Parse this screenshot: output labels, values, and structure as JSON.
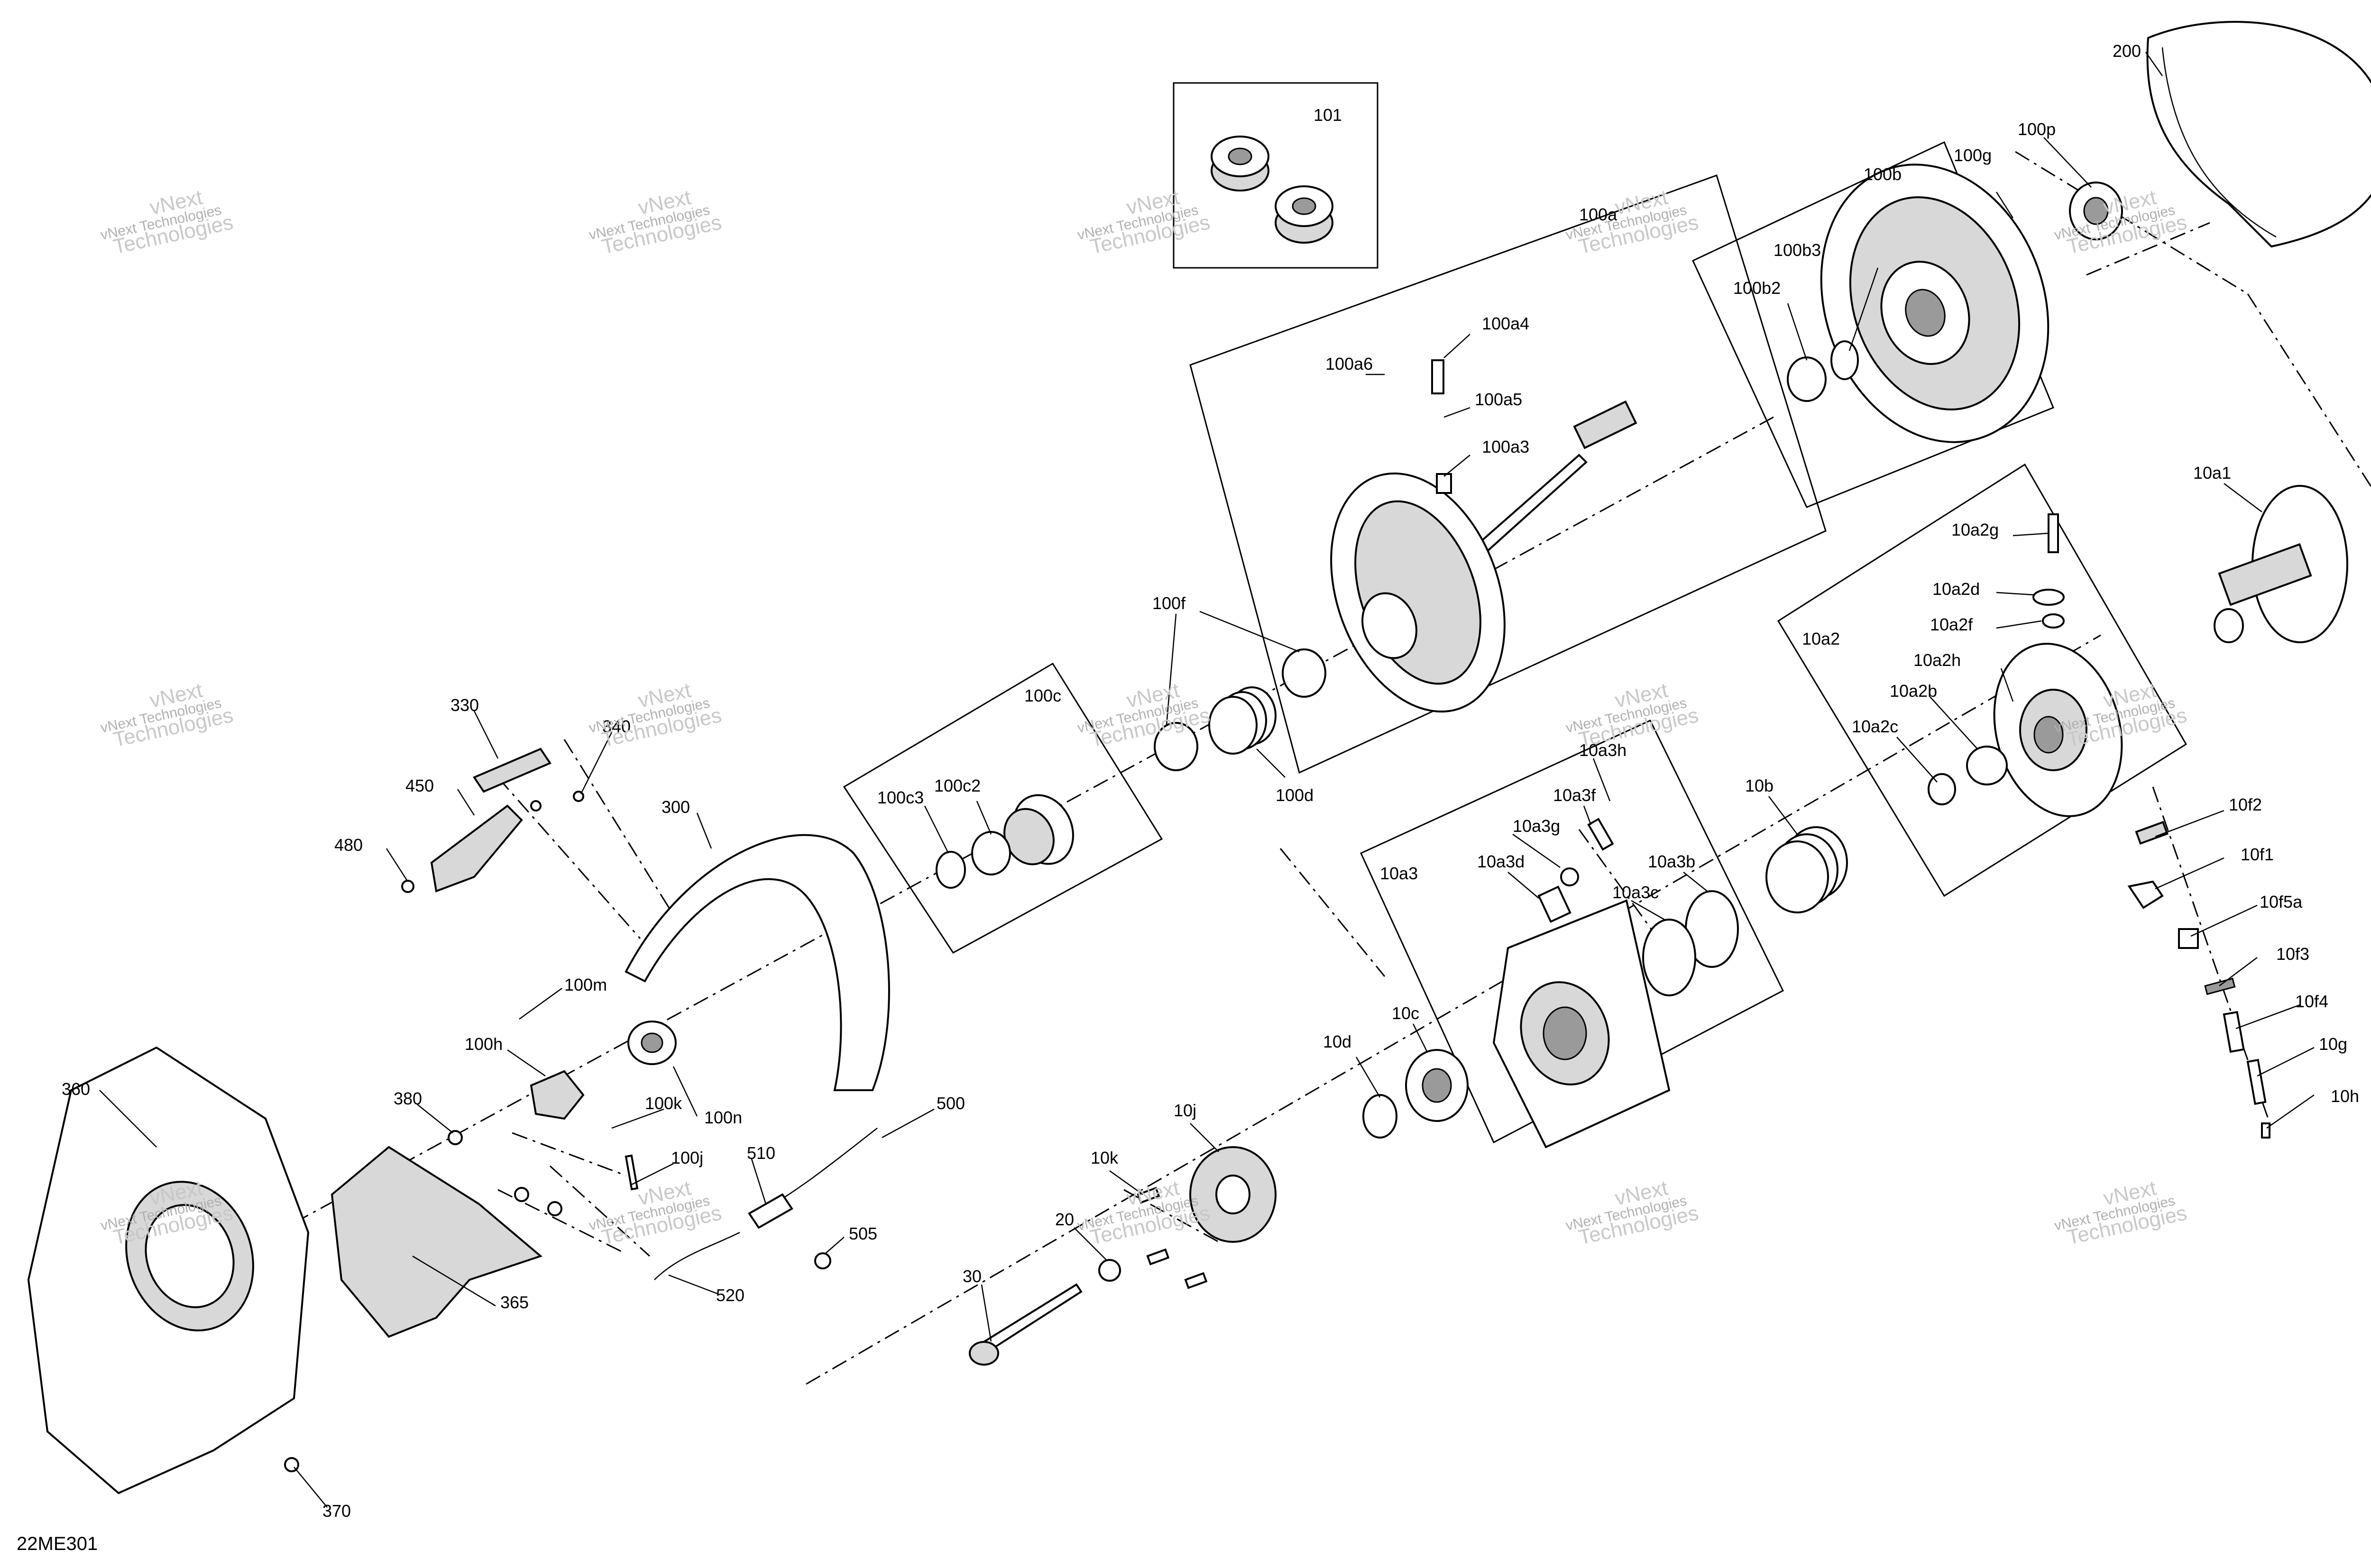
{
  "diagram_code": "22ME301",
  "watermark": {
    "line1": "vNext Technologies",
    "line2": "vNext\nTechnologies"
  },
  "callouts": [
    {
      "id": "101",
      "label": "101"
    },
    {
      "id": "200",
      "label": "200"
    },
    {
      "id": "100a",
      "label": "100a"
    },
    {
      "id": "100b",
      "label": "100b"
    },
    {
      "id": "100b3",
      "label": "100b3"
    },
    {
      "id": "100b2",
      "label": "100b2"
    },
    {
      "id": "100g",
      "label": "100g"
    },
    {
      "id": "100p",
      "label": "100p"
    },
    {
      "id": "100a4",
      "label": "100a4"
    },
    {
      "id": "100a6",
      "label": "100a6"
    },
    {
      "id": "100a5",
      "label": "100a5"
    },
    {
      "id": "100a3",
      "label": "100a3"
    },
    {
      "id": "10a1",
      "label": "10a1"
    },
    {
      "id": "10a2g",
      "label": "10a2g"
    },
    {
      "id": "10a2d",
      "label": "10a2d"
    },
    {
      "id": "10a2f",
      "label": "10a2f"
    },
    {
      "id": "10a2",
      "label": "10a2"
    },
    {
      "id": "10a2h",
      "label": "10a2h"
    },
    {
      "id": "10a2b",
      "label": "10a2b"
    },
    {
      "id": "10a2c",
      "label": "10a2c"
    },
    {
      "id": "100f",
      "label": "100f"
    },
    {
      "id": "100c",
      "label": "100c"
    },
    {
      "id": "100d",
      "label": "100d"
    },
    {
      "id": "100c3",
      "label": "100c3"
    },
    {
      "id": "100c2",
      "label": "100c2"
    },
    {
      "id": "10a3h",
      "label": "10a3h"
    },
    {
      "id": "10a3f",
      "label": "10a3f"
    },
    {
      "id": "10a3g",
      "label": "10a3g"
    },
    {
      "id": "10a3d",
      "label": "10a3d"
    },
    {
      "id": "10a3",
      "label": "10a3"
    },
    {
      "id": "10a3b",
      "label": "10a3b"
    },
    {
      "id": "10a3c",
      "label": "10a3c"
    },
    {
      "id": "10b",
      "label": "10b"
    },
    {
      "id": "10f2",
      "label": "10f2"
    },
    {
      "id": "10f1",
      "label": "10f1"
    },
    {
      "id": "10f5a",
      "label": "10f5a"
    },
    {
      "id": "10f3",
      "label": "10f3"
    },
    {
      "id": "10f4",
      "label": "10f4"
    },
    {
      "id": "10g",
      "label": "10g"
    },
    {
      "id": "10h",
      "label": "10h"
    },
    {
      "id": "330",
      "label": "330"
    },
    {
      "id": "340",
      "label": "340"
    },
    {
      "id": "450",
      "label": "450"
    },
    {
      "id": "480",
      "label": "480"
    },
    {
      "id": "300",
      "label": "300"
    },
    {
      "id": "100m",
      "label": "100m"
    },
    {
      "id": "100h",
      "label": "100h"
    },
    {
      "id": "100k",
      "label": "100k"
    },
    {
      "id": "100n",
      "label": "100n"
    },
    {
      "id": "100j",
      "label": "100j"
    },
    {
      "id": "360",
      "label": "360"
    },
    {
      "id": "380",
      "label": "380"
    },
    {
      "id": "365",
      "label": "365"
    },
    {
      "id": "370",
      "label": "370"
    },
    {
      "id": "500",
      "label": "500"
    },
    {
      "id": "510",
      "label": "510"
    },
    {
      "id": "505",
      "label": "505"
    },
    {
      "id": "520",
      "label": "520"
    },
    {
      "id": "10d",
      "label": "10d"
    },
    {
      "id": "10c",
      "label": "10c"
    },
    {
      "id": "10j",
      "label": "10j"
    },
    {
      "id": "10k",
      "label": "10k"
    },
    {
      "id": "20",
      "label": "20"
    },
    {
      "id": "30",
      "label": "30"
    }
  ]
}
